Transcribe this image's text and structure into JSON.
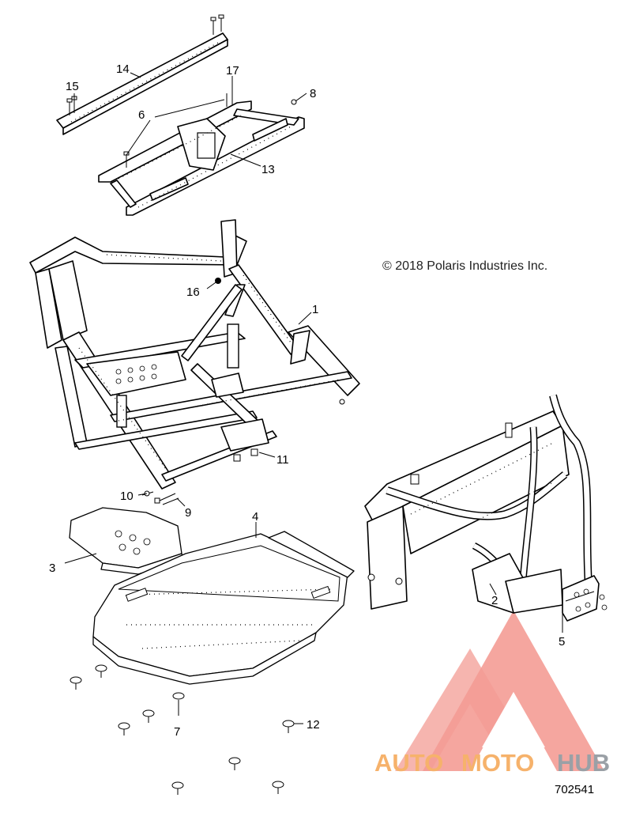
{
  "copyright": "© 2018 Polaris Industries Inc.",
  "diagram_number": "702541",
  "watermark": {
    "text_part1": "AUTO",
    "text_part2": "MOTO",
    "text_part3": "HUB",
    "colors": {
      "triangle": "#f28b82",
      "text_orange": "#f6b26b",
      "text_gray": "#9aa0a6"
    }
  },
  "callouts": {
    "c1": "1",
    "c2": "2",
    "c3": "3",
    "c4": "4",
    "c5": "5",
    "c6": "6",
    "c7": "7",
    "c8": "8",
    "c9": "9",
    "c10": "10",
    "c11": "11",
    "c12": "12",
    "c13": "13",
    "c14": "14",
    "c15": "15",
    "c16": "16",
    "c17": "17"
  },
  "parts": [
    {
      "callout": "1",
      "part": "main-frame"
    },
    {
      "callout": "2",
      "part": "front-frame-bracket"
    },
    {
      "callout": "3",
      "part": "skid-plate-small"
    },
    {
      "callout": "4",
      "part": "skid-plate-large"
    },
    {
      "callout": "5",
      "part": "side-bracket"
    },
    {
      "callout": "6",
      "part": "bolt"
    },
    {
      "callout": "7",
      "part": "push-rivet"
    },
    {
      "callout": "8",
      "part": "nut"
    },
    {
      "callout": "9",
      "part": "bolt"
    },
    {
      "callout": "10",
      "part": "screw"
    },
    {
      "callout": "11",
      "part": "bolt"
    },
    {
      "callout": "12",
      "part": "push-rivet"
    },
    {
      "callout": "13",
      "part": "rear-cross-frame"
    },
    {
      "callout": "14",
      "part": "rear-bar"
    },
    {
      "callout": "15",
      "part": "bolt"
    },
    {
      "callout": "16",
      "part": "nut"
    },
    {
      "callout": "17",
      "part": "bolt"
    }
  ]
}
